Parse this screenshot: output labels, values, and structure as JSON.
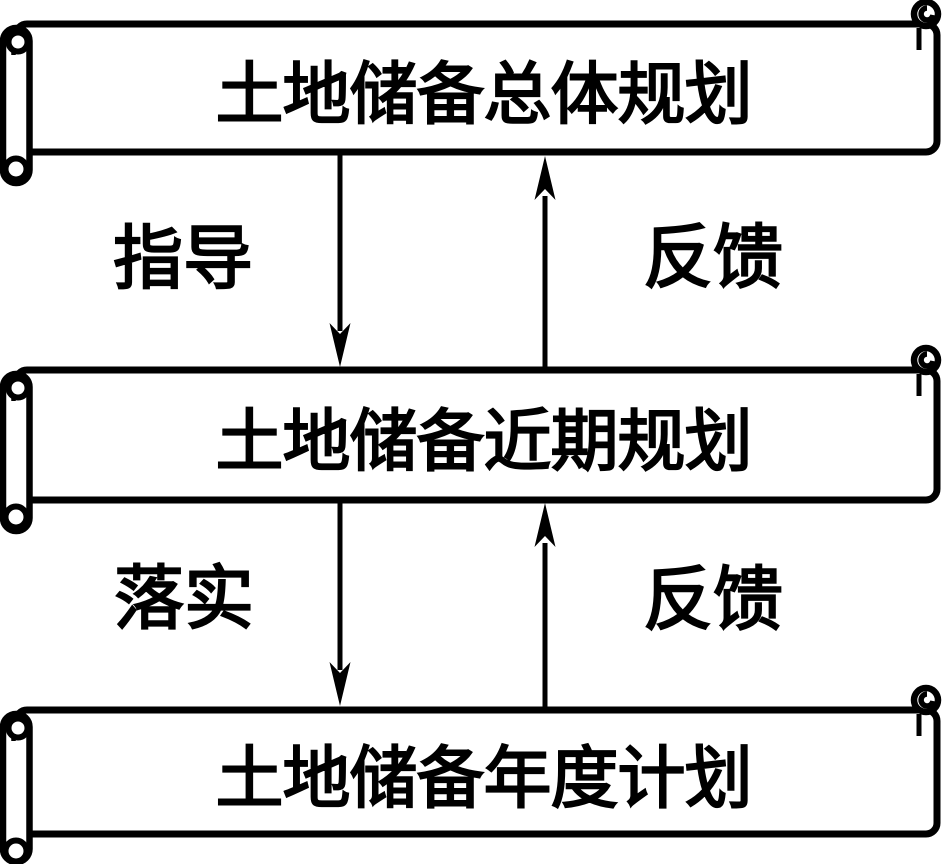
{
  "diagram": {
    "type": "flowchart",
    "node_shape": "vertical-scroll",
    "colors": {
      "stroke": "#000000",
      "background": "#ffffff",
      "text": "#000000"
    },
    "nodes": [
      {
        "id": "overall-plan",
        "label": "土地储备总体规划"
      },
      {
        "id": "nearterm-plan",
        "label": "土地储备近期规划"
      },
      {
        "id": "annual-plan",
        "label": "土地储备年度计划"
      }
    ],
    "edges": [
      {
        "from": "overall-plan",
        "to": "nearterm-plan",
        "direction": "down",
        "label": "指导"
      },
      {
        "from": "nearterm-plan",
        "to": "overall-plan",
        "direction": "up",
        "label": "反馈"
      },
      {
        "from": "nearterm-plan",
        "to": "annual-plan",
        "direction": "down",
        "label": "落实"
      },
      {
        "from": "annual-plan",
        "to": "nearterm-plan",
        "direction": "up",
        "label": "反馈"
      }
    ]
  }
}
